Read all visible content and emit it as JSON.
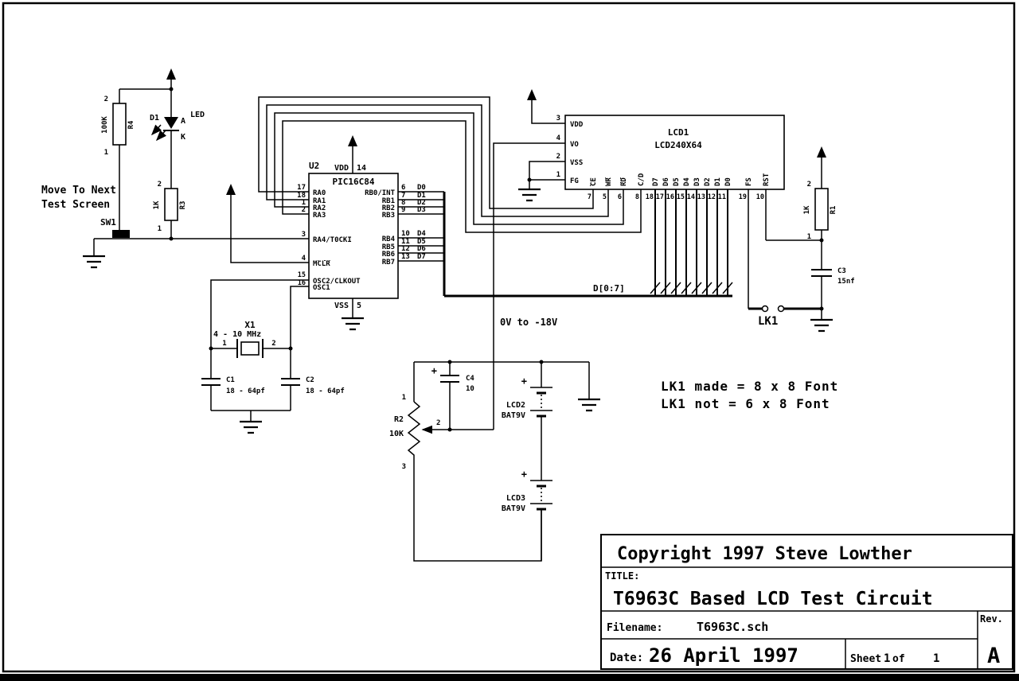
{
  "annotations": {
    "move_line1": "Move To Next",
    "move_line2": "Test Screen",
    "voltage": "0V to -18V",
    "bus_label": "D[0:7]",
    "lk1_made": "LK1 made = 8 x 8 Font",
    "lk1_not": "LK1 not  = 6 x 8 Font"
  },
  "pic": {
    "ref": "U2",
    "part": "PIC16C84",
    "vdd": {
      "name": "VDD",
      "pin": "14"
    },
    "vss": {
      "name": "VSS",
      "pin": "5"
    },
    "left_pins": [
      {
        "num": "17",
        "name": "RA0"
      },
      {
        "num": "18",
        "name": "RA1"
      },
      {
        "num": "1",
        "name": "RA2"
      },
      {
        "num": "2",
        "name": "RA3"
      },
      {
        "num": "3",
        "name": "RA4/T0CKI"
      },
      {
        "num": "4",
        "name": "MCLR"
      },
      {
        "num": "15",
        "name": "OSC2/CLKOUT"
      },
      {
        "num": "16",
        "name": "OSC1"
      }
    ],
    "right_pins": [
      {
        "num": "6",
        "name": "RB0/INT",
        "net": "D0"
      },
      {
        "num": "7",
        "name": "RB1",
        "net": "D1"
      },
      {
        "num": "8",
        "name": "RB2",
        "net": "D2"
      },
      {
        "num": "9",
        "name": "RB3",
        "net": "D3"
      },
      {
        "num": "10",
        "name": "RB4",
        "net": "D4"
      },
      {
        "num": "11",
        "name": "RB5",
        "net": "D5"
      },
      {
        "num": "12",
        "name": "RB6",
        "net": "D6"
      },
      {
        "num": "13",
        "name": "RB7",
        "net": "D7"
      }
    ]
  },
  "lcd": {
    "ref": "LCD1",
    "part": "LCD240X64",
    "left_pins": [
      {
        "num": "3",
        "name": "VDD"
      },
      {
        "num": "4",
        "name": "VO"
      },
      {
        "num": "2",
        "name": "VSS"
      },
      {
        "num": "1",
        "name": "FG"
      }
    ],
    "bottom_pins": [
      {
        "num": "7",
        "name": "CE"
      },
      {
        "num": "5",
        "name": "WR"
      },
      {
        "num": "6",
        "name": "RD"
      },
      {
        "num": "8",
        "name": "C/D"
      },
      {
        "num": "18",
        "name": "D7"
      },
      {
        "num": "17",
        "name": "D6"
      },
      {
        "num": "16",
        "name": "D5"
      },
      {
        "num": "15",
        "name": "D4"
      },
      {
        "num": "14",
        "name": "D3"
      },
      {
        "num": "13",
        "name": "D2"
      },
      {
        "num": "12",
        "name": "D1"
      },
      {
        "num": "11",
        "name": "D0"
      },
      {
        "num": "19",
        "name": "FS"
      },
      {
        "num": "10",
        "name": "RST"
      }
    ]
  },
  "components": {
    "r4": {
      "ref": "R4",
      "value": "100K",
      "pin_top": "2",
      "pin_bottom": "1"
    },
    "r3": {
      "ref": "R3",
      "value": "1K",
      "pin_top": "2",
      "pin_bottom": "1"
    },
    "r1": {
      "ref": "R1",
      "value": "1K",
      "pin_top": "2",
      "pin_bottom": "1"
    },
    "r2": {
      "ref": "R2",
      "value": "10K",
      "pin1": "1",
      "pin2": "2",
      "pin3": "3"
    },
    "d1": {
      "ref": "D1",
      "type": "LED",
      "anode": "A",
      "cathode": "K"
    },
    "sw1": {
      "ref": "SW1"
    },
    "x1": {
      "ref": "X1",
      "value": "4 - 10 MHz",
      "pin1": "1",
      "pin2": "2"
    },
    "c1": {
      "ref": "C1",
      "value": "18 - 64pf"
    },
    "c2": {
      "ref": "C2",
      "value": "18 - 64pf"
    },
    "c3": {
      "ref": "C3",
      "value": "15nf"
    },
    "c4": {
      "ref": "C4",
      "value": "10",
      "plus": "+"
    },
    "bat1": {
      "ref": "LCD2",
      "value": "BAT9V",
      "plus": "+"
    },
    "bat2": {
      "ref": "LCD3",
      "value": "BAT9V",
      "plus": "+"
    },
    "lk1": {
      "ref": "LK1"
    }
  },
  "title_block": {
    "copyright": "Copyright 1997 Steve Lowther",
    "title_label": "TITLE:",
    "title": "T6963C Based LCD Test Circuit",
    "filename_label": "Filename:",
    "filename": "T6963C.sch",
    "date_label": "Date:",
    "date": "26 April 1997",
    "sheet_label": "Sheet",
    "sheet_number": "1",
    "of_label": "of",
    "sheet_total": "1",
    "rev_label": "Rev.",
    "rev": "A"
  }
}
